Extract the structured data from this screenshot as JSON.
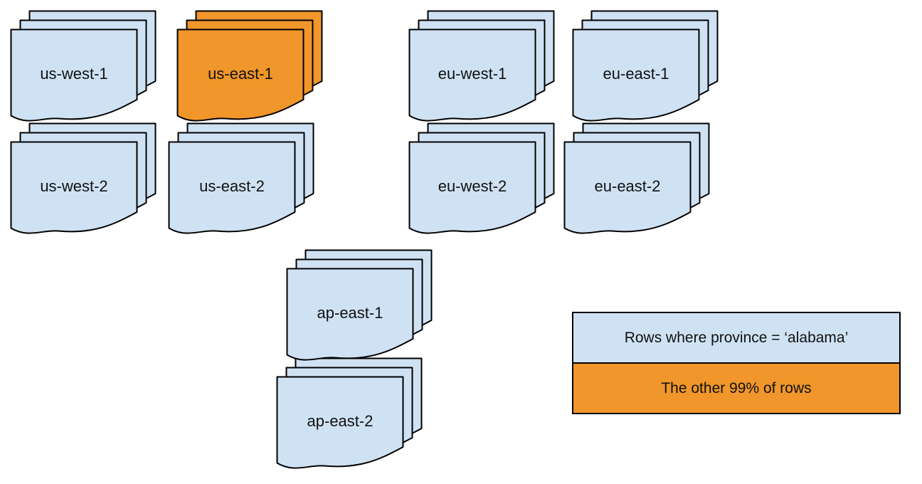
{
  "colors": {
    "background": "#ffffff",
    "doc_blue": "#cfe2f3",
    "doc_orange": "#f0962a",
    "stroke": "#000000",
    "text": "#111111"
  },
  "stacks": [
    {
      "label": "us-west-1",
      "color": "blue"
    },
    {
      "label": "us-east-1",
      "color": "orange"
    },
    {
      "label": "eu-west-1",
      "color": "blue"
    },
    {
      "label": "eu-east-1",
      "color": "blue"
    },
    {
      "label": "us-west-2",
      "color": "blue"
    },
    {
      "label": "us-east-2",
      "color": "blue"
    },
    {
      "label": "eu-west-2",
      "color": "blue"
    },
    {
      "label": "eu-east-2",
      "color": "blue"
    },
    {
      "label": "ap-east-1",
      "color": "blue"
    },
    {
      "label": "ap-east-2",
      "color": "blue"
    }
  ],
  "legend": {
    "rows": [
      {
        "label": "Rows where province = ‘alabama’",
        "color": "blue"
      },
      {
        "label": "The other 99% of rows",
        "color": "orange"
      }
    ]
  }
}
